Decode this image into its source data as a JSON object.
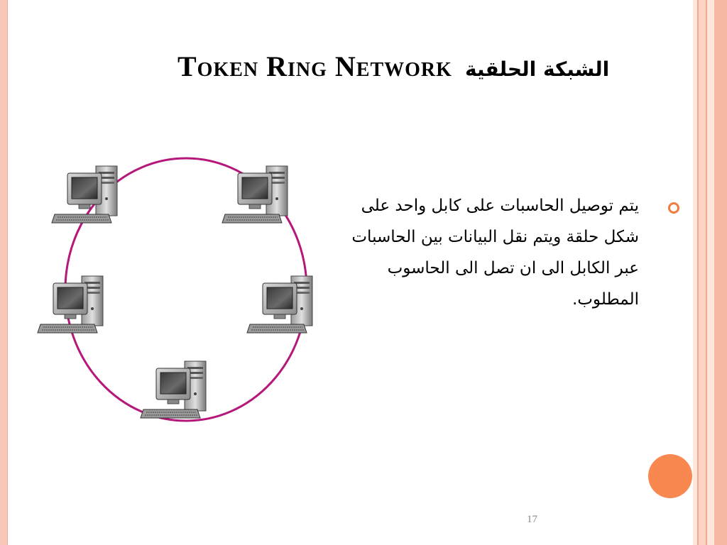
{
  "slide": {
    "title_en": "Token Ring Network",
    "title_ar": "الشبكة الحلقية",
    "body_text": "يتم توصيل الحاسبات على كابل واحد على شكل حلقة ويتم نقل البيانات بين الحاسبات عبر الكابل الى ان تصل الى الحاسوب المطلوب.",
    "page_number": "17"
  },
  "colors": {
    "ring": "#b5177a",
    "accent": "#f88850",
    "border": "#f7c7b8"
  },
  "diagram": {
    "type": "ring-network",
    "node_count": 5,
    "node_icon": "desktop-computer-icon"
  }
}
